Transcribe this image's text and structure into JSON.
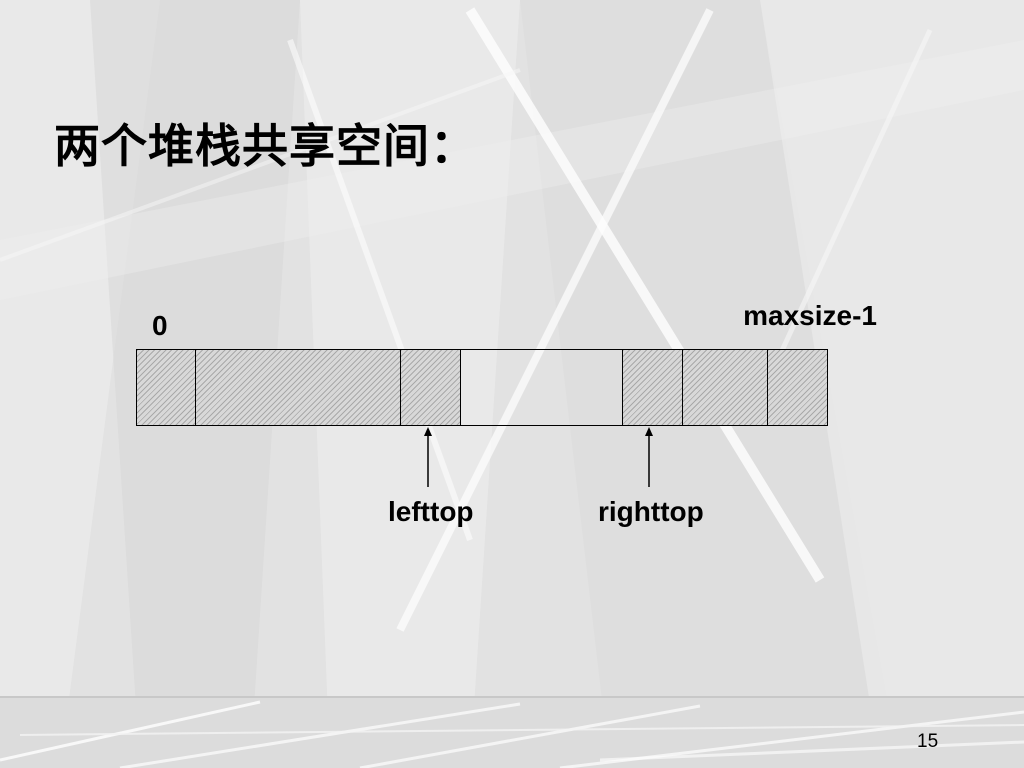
{
  "slide": {
    "title": "两个堆栈共享空间：",
    "page_number": "15"
  },
  "diagram": {
    "start_label": "0",
    "end_label": "maxsize-1",
    "pointers": [
      {
        "label": "lefttop"
      },
      {
        "label": "righttop"
      }
    ],
    "cells": [
      {
        "filled": true
      },
      {
        "filled": true
      },
      {
        "filled": true
      },
      {
        "filled": false
      },
      {
        "filled": true
      },
      {
        "filled": true
      },
      {
        "filled": true
      }
    ]
  },
  "colors": {
    "background": "#e2e2e2",
    "text": "#000000",
    "hatch": "#a9a9a9"
  }
}
